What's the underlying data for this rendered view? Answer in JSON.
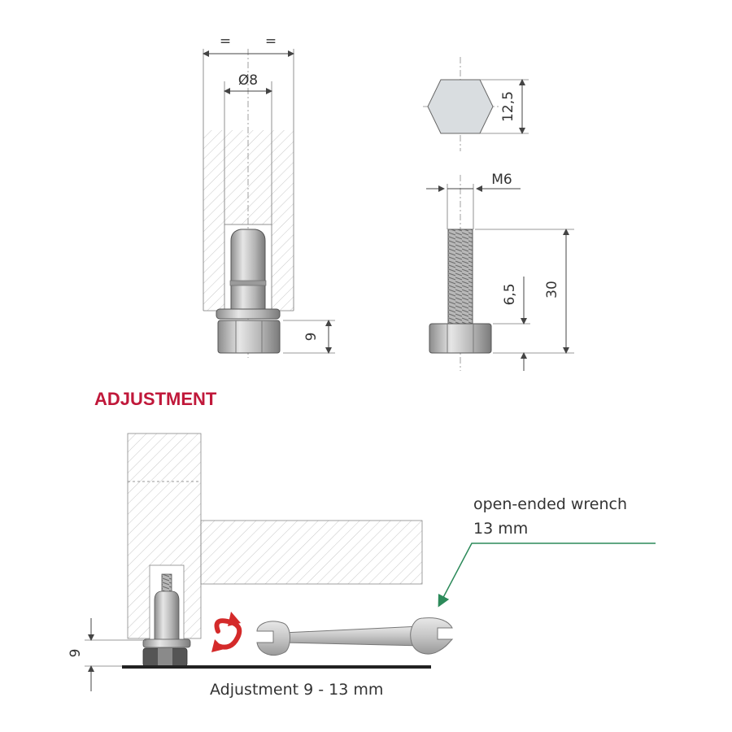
{
  "top_left": {
    "equal_left": "=",
    "equal_right": "=",
    "diameter": "Ø8",
    "height_label": "9"
  },
  "top_right": {
    "hex_size": "12,5",
    "thread": "M6",
    "total_length": "30",
    "head_height": "6,5"
  },
  "adjustment": {
    "title": "ADJUSTMENT",
    "wrench_line1": "open-ended wrench",
    "wrench_line2": "13 mm",
    "height_label": "9",
    "caption": "Adjustment 9 - 13 mm"
  },
  "colors": {
    "accent": "#c0183a",
    "arrow_red": "#d42a2a",
    "wrench_line": "#2c8a5a"
  }
}
